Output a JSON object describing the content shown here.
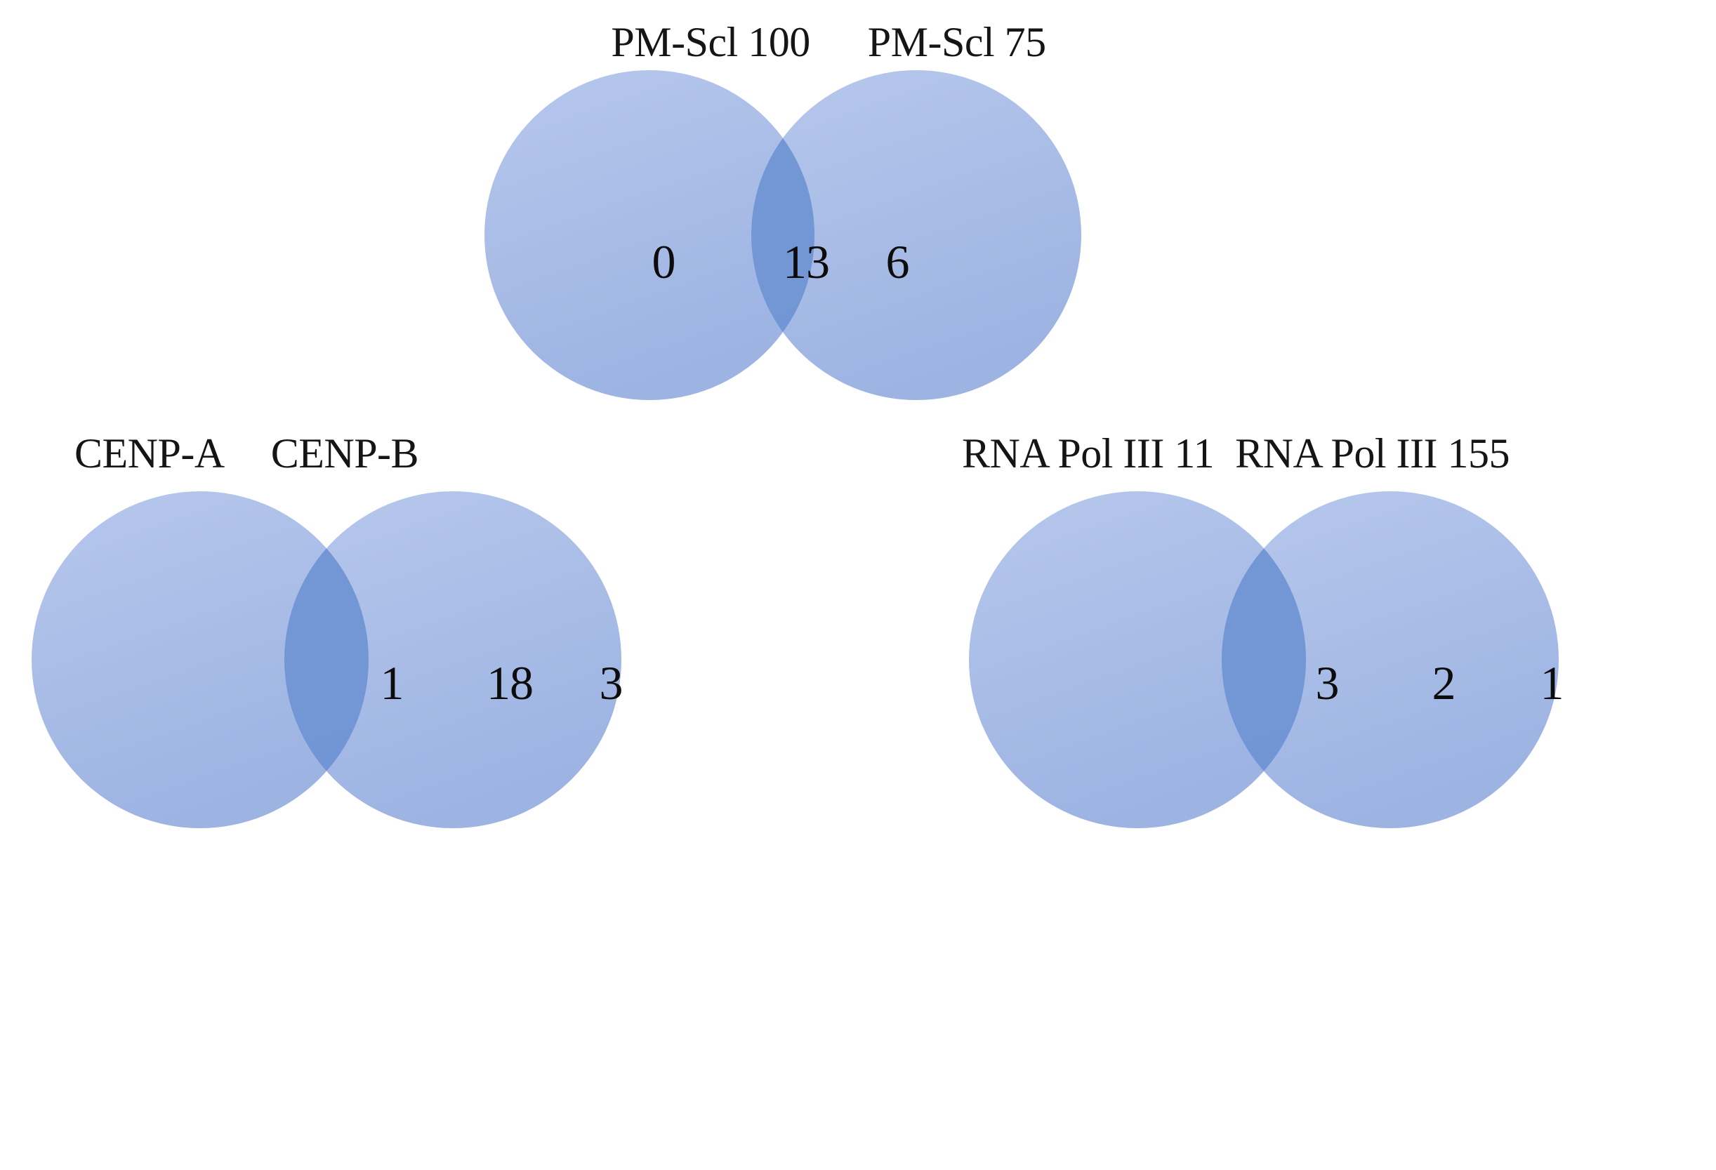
{
  "page": {
    "background_color": "#ffffff",
    "title": "Antibody co-occurrence Venn diagrams"
  },
  "style": {
    "circle_fill": "#a8bce6",
    "circle_fill_light": "#b6c7ec",
    "circle_fill_dark": "#9db3e2",
    "overlap_fill": "#7093d4",
    "text_color": "#101010"
  },
  "chart_data": [
    {
      "type": "venn",
      "id": "pmscl",
      "title": "",
      "sets": [
        "PM-Scl 100",
        "PM-Scl 75"
      ],
      "labels": {
        "left": "PM-Scl 100",
        "right": "PM-Scl 75"
      },
      "counts": {
        "left_only": "0",
        "intersection": "13",
        "right_only": "6"
      },
      "values": [
        0,
        13,
        6
      ]
    },
    {
      "type": "venn",
      "id": "cenp",
      "title": "",
      "sets": [
        "CENP-A",
        "CENP-B"
      ],
      "labels": {
        "left": "CENP-A",
        "right": "CENP-B"
      },
      "counts": {
        "left_only": "1",
        "intersection": "18",
        "right_only": "3"
      },
      "values": [
        1,
        18,
        3
      ]
    },
    {
      "type": "venn",
      "id": "rnapol",
      "title": "",
      "sets": [
        "RNA Pol III 11",
        "RNA Pol III 155"
      ],
      "labels": {
        "left": "RNA Pol III 11",
        "right": "RNA Pol III 155"
      },
      "counts": {
        "left_only": "3",
        "intersection": "2",
        "right_only": "1"
      },
      "values": [
        3,
        2,
        1
      ]
    }
  ]
}
